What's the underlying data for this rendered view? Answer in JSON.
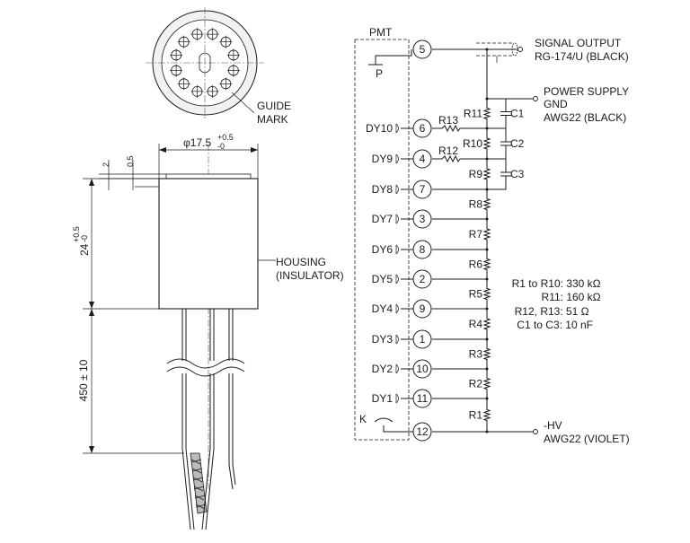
{
  "mechanical": {
    "guide_mark": [
      "GUIDE",
      "MARK"
    ],
    "diameter": {
      "main": "φ17.5",
      "sup": "+0.5",
      "sub": "-0"
    },
    "gap_2": "2",
    "gap_05": "0.5",
    "height": {
      "main": "24",
      "sup": "+0.5",
      "sub": "-0"
    },
    "lead_length": "450 ± 10",
    "housing": [
      "HOUSING",
      "(INSULATOR)"
    ]
  },
  "circuit": {
    "pmt_label": "PMT",
    "anode_label": "P",
    "cathode_label": "K",
    "signal_output": [
      "SIGNAL OUTPUT",
      "RG-174/U (BLACK)"
    ],
    "power_supply": [
      "POWER SUPPLY",
      "GND",
      "AWG22 (BLACK)"
    ],
    "hv": [
      "-HV",
      "AWG22 (VIOLET)"
    ],
    "pins": [
      "5",
      "6",
      "4",
      "7",
      "3",
      "8",
      "2",
      "9",
      "1",
      "10",
      "11",
      "12"
    ],
    "dynodes": [
      "DY10",
      "DY9",
      "DY8",
      "DY7",
      "DY6",
      "DY5",
      "DY4",
      "DY3",
      "DY2",
      "DY1"
    ],
    "resistors": [
      "R11",
      "R10",
      "R9",
      "R8",
      "R7",
      "R6",
      "R5",
      "R4",
      "R3",
      "R2",
      "R1"
    ],
    "capacitors": [
      "C3",
      "C2",
      "C1"
    ],
    "series_resistors": [
      "R13",
      "R12"
    ],
    "component_values": [
      "R1 to R10: 330 kΩ",
      "R11: 160 kΩ",
      "R12, R13: 51 Ω",
      "C1 to C3: 10 nF"
    ]
  }
}
